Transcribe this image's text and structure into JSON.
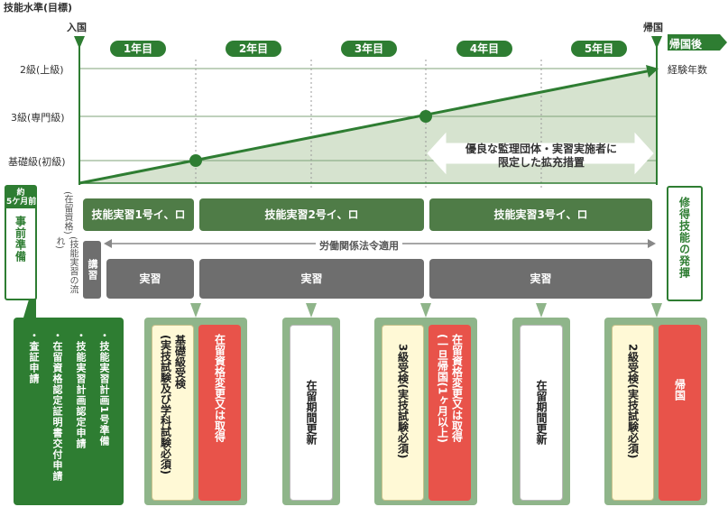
{
  "axis": {
    "title": "技能水準(目標)",
    "levels": [
      "2級(上級)",
      "3級(専門級)",
      "基礎級(初級)"
    ],
    "entry_label": "入国",
    "return_label": "帰国",
    "after_return": "帰国後",
    "experience_years": "経験年数"
  },
  "years": [
    "1年目",
    "2年目",
    "3年目",
    "4年目",
    "5年目"
  ],
  "expansion_note": "優良な監理団体・実習実施者に\n限定した拡充措置",
  "prep": {
    "period": "約\n5ケ月前",
    "label": "事前準備"
  },
  "status_label": "(在留資格)",
  "flow_label": "(技能実習の流れ)",
  "status_bars": [
    "技能実習1号イ、ロ",
    "技能実習2号イ、ロ",
    "技能実習3号イ、ロ"
  ],
  "labor_law": "労働関係法令適用",
  "lecture": "講習",
  "practice_bars": [
    "実習",
    "実習",
    "実習"
  ],
  "mastery": "修得技能の発揮",
  "prep_items": [
    "・技能実習計画1号準備",
    "・技能実習計画認定申請",
    "・在留資格認定証明書交付申請",
    "・査証申請"
  ],
  "panels": {
    "p1_exam": "基礎級受検\n(実技試験及び学科試験必須)",
    "p1_status": "在留資格変更又は取得",
    "p2_renew": "在留期間更新",
    "p3_exam": "3級受検(実技試験必須)",
    "p3_status": "在留資格変更又は取得\n(一旦帰国(1ヶ月以上)",
    "p4_renew": "在留期間更新",
    "p5_exam": "2級受検(実技試験必須)",
    "p5_return": "帰国"
  },
  "colors": {
    "dark_green": "#2e7d32",
    "mid_green": "#4f7c47",
    "gray": "#6e6e6e",
    "panel_green": "#8fb58a",
    "red": "#e8534a",
    "cream": "#fff9d6"
  }
}
